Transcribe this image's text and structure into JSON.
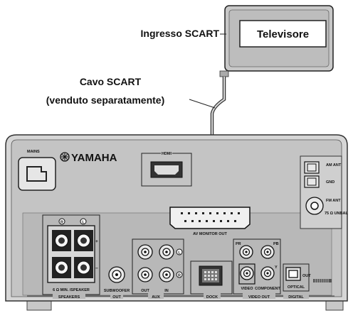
{
  "callouts": {
    "tv": "Televisore",
    "scart_input": "Ingresso SCART",
    "cable_line1": "Cavo SCART",
    "cable_line2": "(venduto separatamente)"
  },
  "panel": {
    "brand": "YAMAHA",
    "mains": "MAINS",
    "hdmi": "HDMI",
    "av_monitor_out": "AV MONITOR OUT",
    "am_ant": "AM ANT",
    "gnd": "GND",
    "fm_ant": "FM ANT",
    "fm_impedance": "75 Ω UNBAL",
    "speaker_r": "R",
    "speaker_l": "L",
    "speaker_plus": "+",
    "speaker_minus": "−",
    "speakers_spec": "6 Ω  MIN. /SPEAKER",
    "speakers": "SPEAKERS",
    "subwoofer": "SUBWOOFER",
    "subwoofer_out": "OUT",
    "aux": "AUX",
    "aux_out": "OUT",
    "aux_in": "IN",
    "aux_l": "L",
    "aux_r": "R",
    "dock": "DOCK",
    "video": "VIDEO",
    "component": "COMPONENT",
    "video_out": "VIDEO OUT",
    "pr": "PR",
    "pb": "PB",
    "y": "Y",
    "optical": "OPTICAL",
    "optical_out": "OUT",
    "digital": "DIGITAL"
  }
}
